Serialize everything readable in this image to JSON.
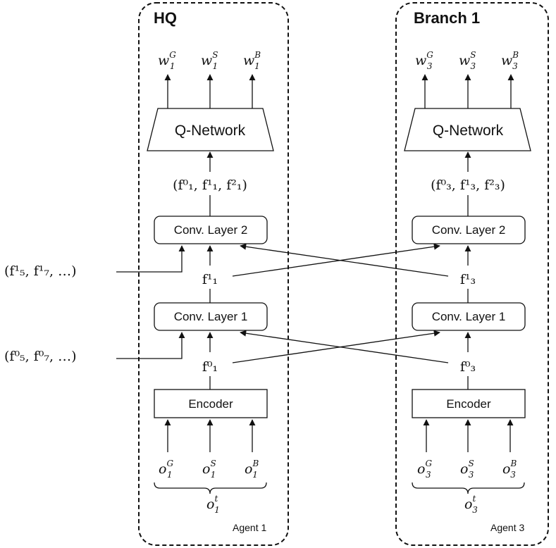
{
  "colors": {
    "stroke": "#111111",
    "background": "#ffffff"
  },
  "panels": [
    {
      "title": "HQ",
      "footer": "Agent 1",
      "agent_index": "1",
      "qnetwork_label": "Q-Network",
      "conv2_label": "Conv. Layer 2",
      "conv1_label": "Conv. Layer 1",
      "encoder_label": "Encoder",
      "outputs": [
        "w",
        "w",
        "w"
      ],
      "output_sup": [
        "G",
        "S",
        "B"
      ],
      "features_tuple": "(f⁰₁, f¹₁, f²₁)",
      "f1": "f¹₁",
      "f0": "f⁰₁",
      "obs_sup": [
        "G",
        "S",
        "B"
      ],
      "obs_group": "o"
    },
    {
      "title": "Branch 1",
      "footer": "Agent 3",
      "agent_index": "3",
      "qnetwork_label": "Q-Network",
      "conv2_label": "Conv. Layer 2",
      "conv1_label": "Conv. Layer 1",
      "encoder_label": "Encoder",
      "outputs": [
        "w",
        "w",
        "w"
      ],
      "output_sup": [
        "G",
        "S",
        "B"
      ],
      "features_tuple": "(f⁰₃, f¹₃, f²₃)",
      "f1": "f¹₃",
      "f0": "f⁰₃",
      "obs_sup": [
        "G",
        "S",
        "B"
      ],
      "obs_group": "o"
    }
  ],
  "external_inputs": {
    "layer2": "(f¹₅, f¹₇, …)",
    "layer1": "(f⁰₅, f⁰₇, …)"
  },
  "obs_group_sup": "t"
}
